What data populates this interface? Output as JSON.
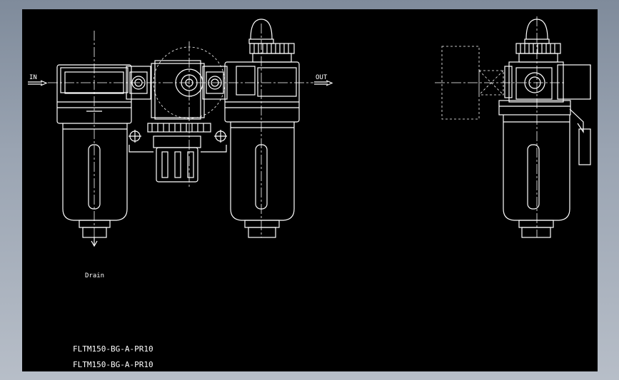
{
  "labels": {
    "inlet": "IN",
    "outlet": "OUT",
    "drain": "Drain"
  },
  "title_lines": [
    "FLTM150-BG-A-PR10",
    "FLTM150-BG-A-PR10"
  ],
  "colors": {
    "background": "#000000",
    "linework": "#ffffff",
    "frame_outer": "#9aa4b2"
  }
}
